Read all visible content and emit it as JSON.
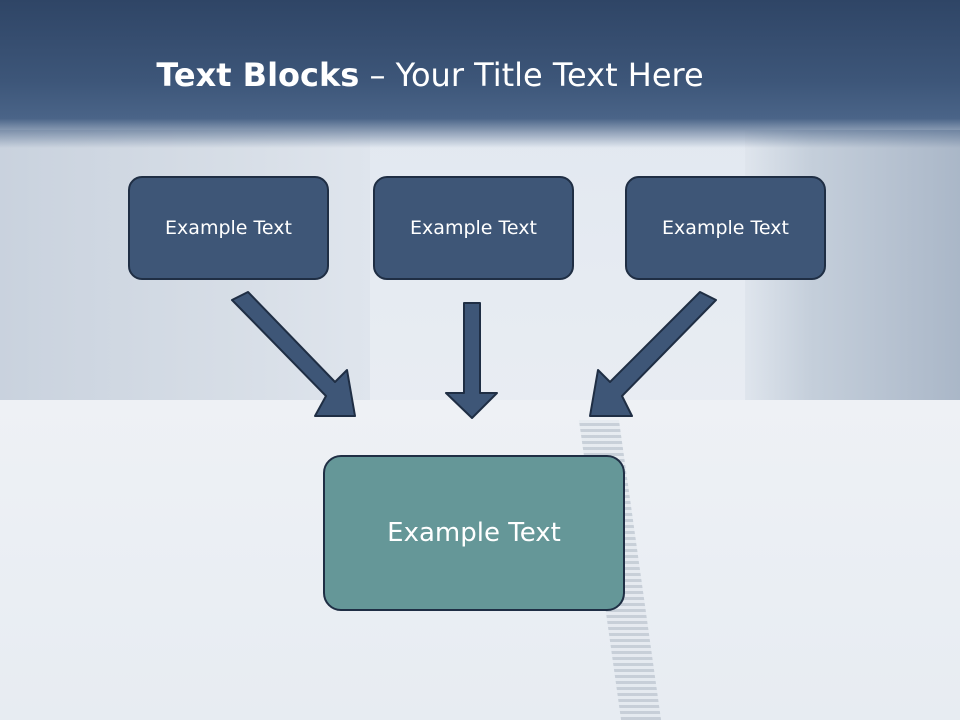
{
  "slide": {
    "title_bold": "Text Blocks",
    "title_dash": " – ",
    "title_rest": "Your Title Text Here"
  },
  "blocks": [
    {
      "label": "Example Text"
    },
    {
      "label": "Example Text"
    },
    {
      "label": "Example Text"
    }
  ],
  "main_block": {
    "label": "Example Text"
  },
  "colors": {
    "header": "#3d5679",
    "block": "#3e5677",
    "main_block": "#659798",
    "arrow": "#3e5677"
  }
}
